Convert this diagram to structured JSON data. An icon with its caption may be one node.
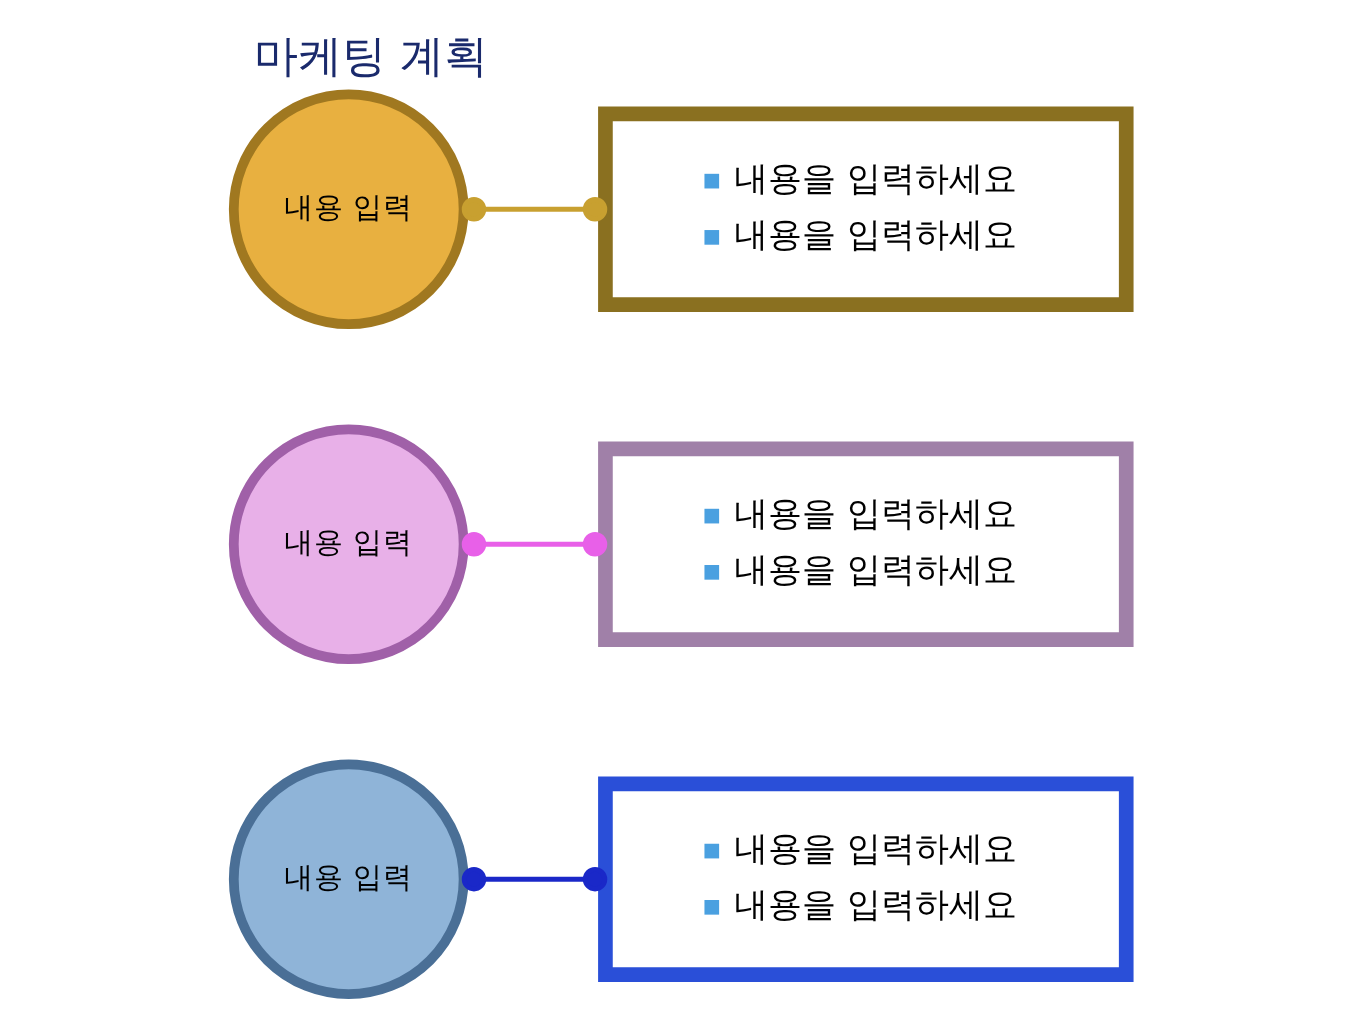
{
  "diagram": {
    "title": "마케팅 계획",
    "nodes": [
      {
        "text": [
          "내용 입력"
        ]
      },
      {
        "text": [
          "내용을 입력하세요",
          "내용을 입력하세요"
        ]
      },
      {
        "text": [
          "내용 입력"
        ]
      },
      {
        "text": [
          "내용을 입력하세요",
          "내용을 입력하세요"
        ]
      },
      {
        "text": [
          "내용 입력"
        ]
      },
      {
        "text": [
          "내용을 입력하세요",
          "내용을 입력하세요"
        ]
      }
    ],
    "edges": [
      {
        "from": 0,
        "to": 1,
        "arrow": "other",
        "color": "#1a28c8"
      },
      {
        "from": 2,
        "to": 3,
        "arrow": "other",
        "color": "#e860e8"
      },
      {
        "from": 4,
        "to": 5,
        "arrow": "other",
        "color": "#c8a030"
      }
    ]
  }
}
